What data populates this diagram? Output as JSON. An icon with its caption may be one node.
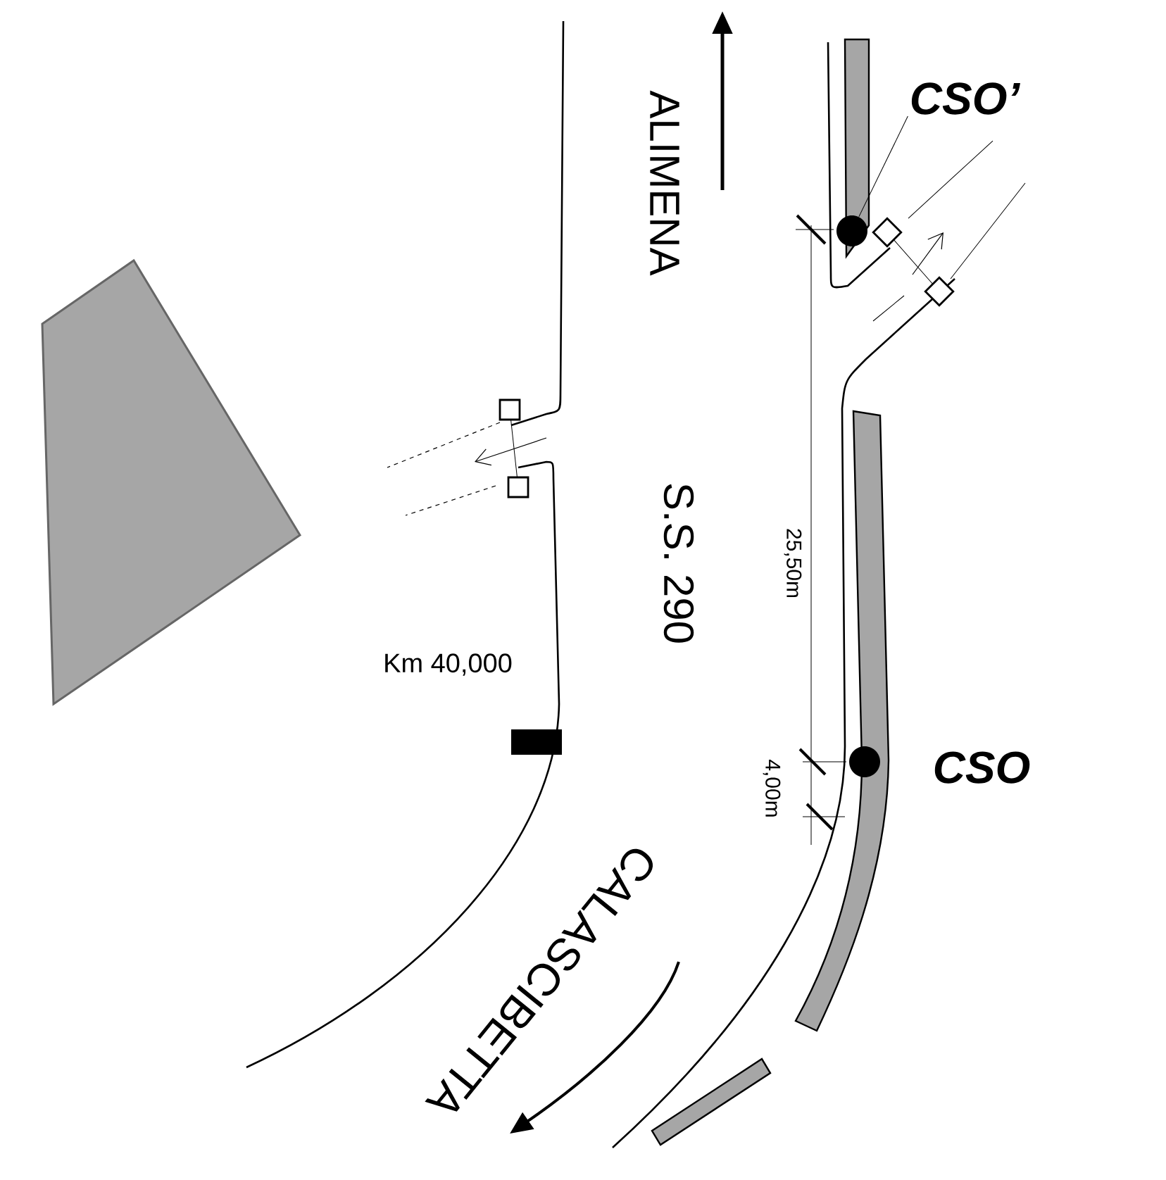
{
  "diagram": {
    "nodes": [
      {
        "text": [],
        "shape": "box"
      },
      {
        "text": [
          "CSO’"
        ]
      },
      {
        "text": [],
        "shape": "circle"
      },
      {
        "text": [],
        "shape": "circle"
      }
    ],
    "edges": [
      {
        "from": 2,
        "to": 1,
        "arrow": "none"
      }
    ],
    "labels": [
      "ALIMENA",
      "S.S. 290",
      "Km 40,000",
      "25,50m",
      "4,00m",
      "CSO",
      "CALASCIBETTA"
    ]
  }
}
